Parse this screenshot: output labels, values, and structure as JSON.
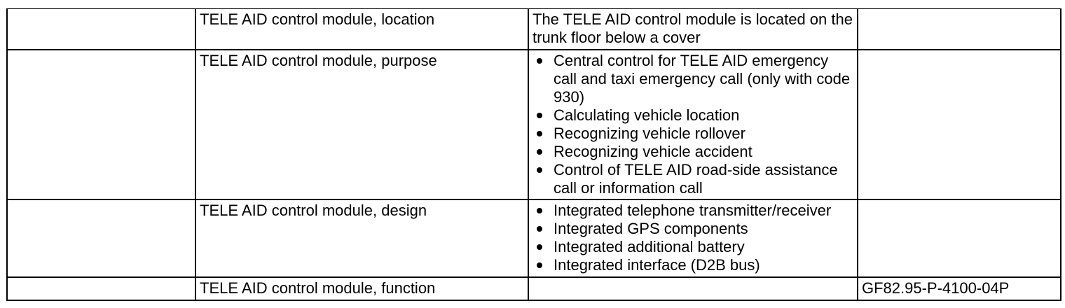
{
  "colors": {
    "background": "#ffffff",
    "text": "#000000",
    "border": "#000000"
  },
  "table": {
    "rows": [
      {
        "item": "TELE AID control module, location",
        "description": "The TELE AID control module is located on the trunk floor below a cover",
        "bullets": [],
        "reference": ""
      },
      {
        "item": "TELE AID control module, purpose",
        "description": "",
        "bullets": [
          "Central control for TELE AID emergency call and taxi emergency call (only with code 930)",
          "Calculating vehicle location",
          "Recognizing vehicle rollover",
          "Recognizing vehicle accident",
          "Control of TELE AID road-side assistance call or information call"
        ],
        "reference": ""
      },
      {
        "item": "TELE AID control module, design",
        "description": "",
        "bullets": [
          "Integrated telephone transmitter/receiver",
          "Integrated GPS components",
          "Integrated additional battery",
          "Integrated interface (D2B bus)"
        ],
        "reference": ""
      },
      {
        "item": "TELE AID control module, function",
        "description": "",
        "bullets": [],
        "reference": "GF82.95-P-4100-04P"
      }
    ]
  }
}
